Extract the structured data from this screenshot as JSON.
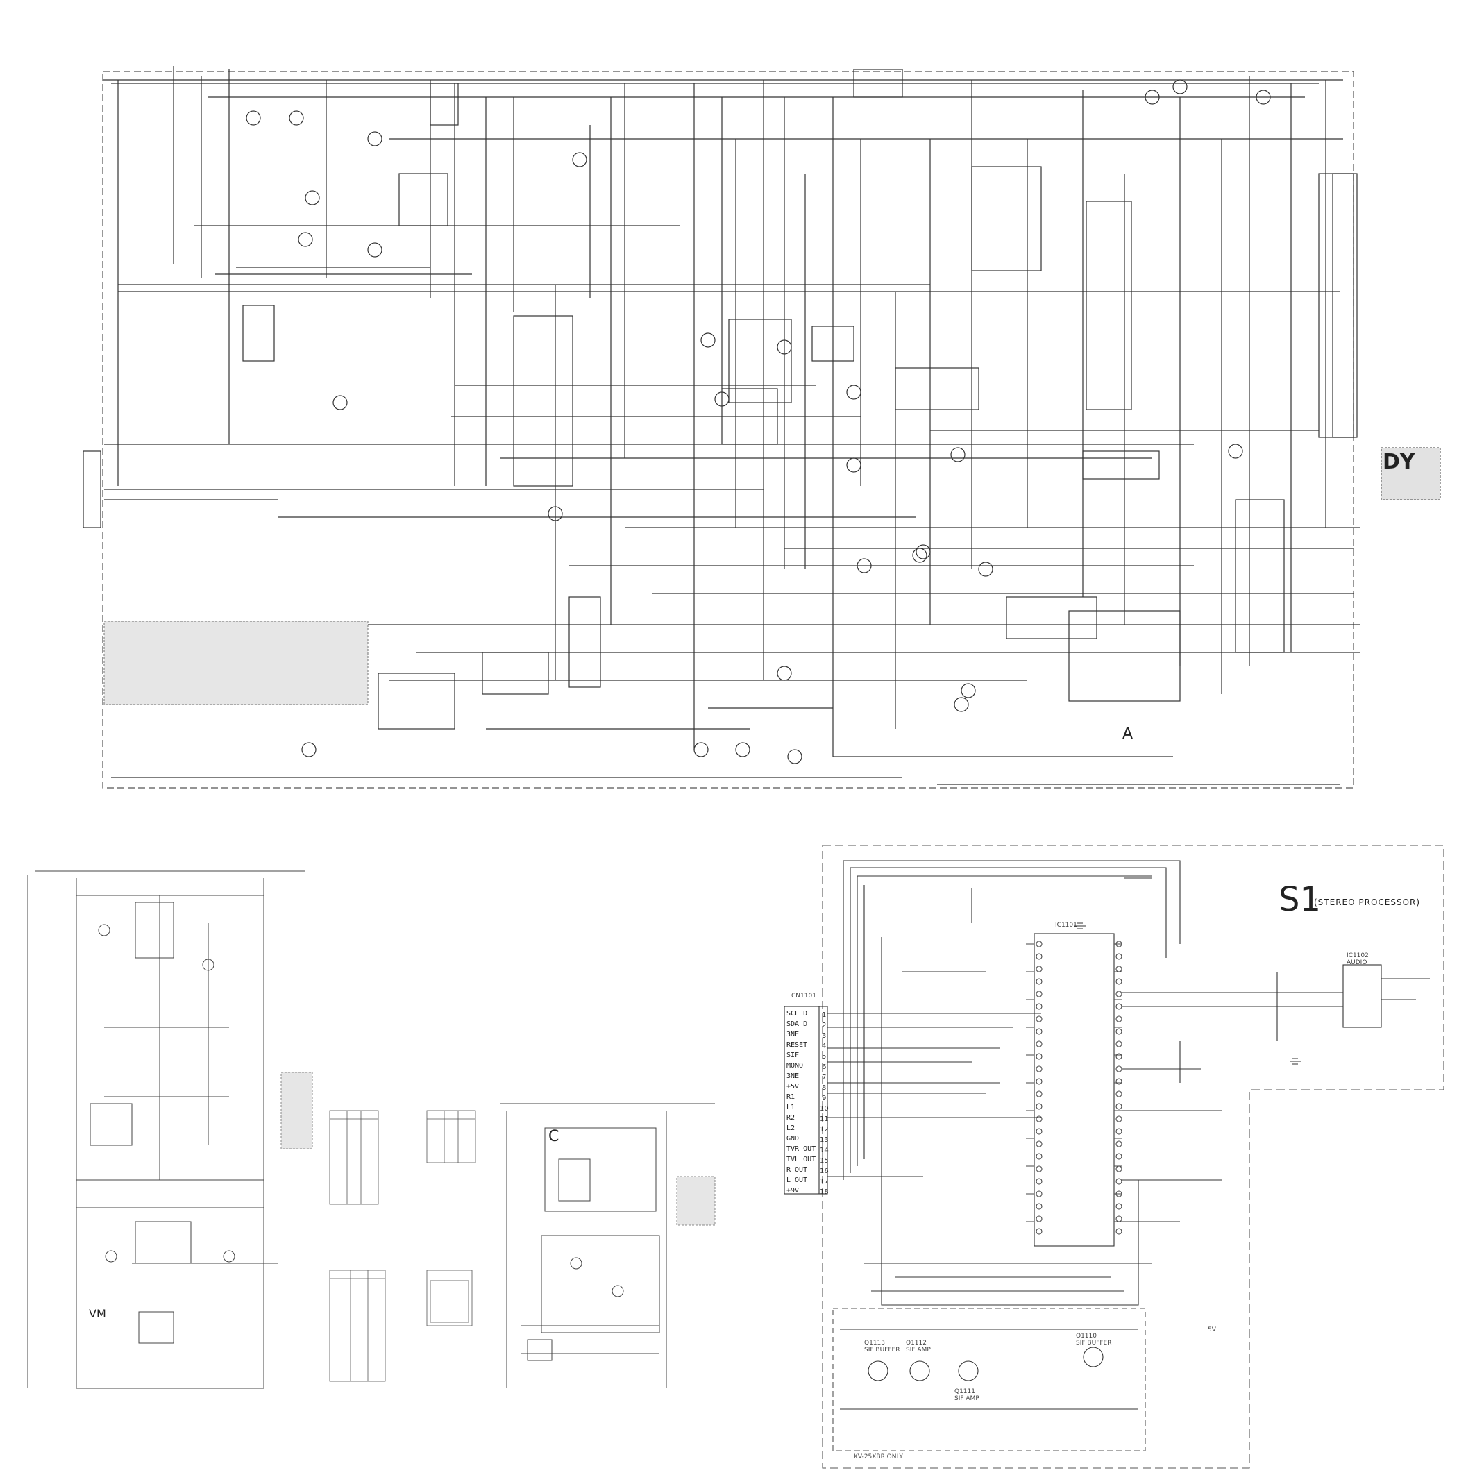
{
  "schematic_a": {
    "board_label": "A"
  },
  "deflection": {
    "yoke_label": "DY"
  },
  "board_s1": {
    "board_label": "S1",
    "title": "(STEREO PROCESSOR)",
    "connector_title": "CN1101",
    "connector_pins": [
      "SCL D",
      "SDA D",
      "3NE",
      "RESET",
      "SIF",
      "MONO",
      "3NE",
      "+5V",
      "R1",
      "L1",
      "R2",
      "L2",
      "GND",
      "TVR OUT",
      "TVL OUT",
      "R OUT",
      "L OUT",
      "+9V"
    ],
    "main_ic": "IC1101",
    "sub_ic": "IC1102",
    "sub_ic_title": "AUDIO",
    "bottom_note": "KV-25XBR ONLY",
    "supply_note": "5V",
    "transistors": [
      {
        "ref": "Q1113",
        "note": "SIF BUFFER"
      },
      {
        "ref": "Q1112",
        "note": "SIF AMP"
      },
      {
        "ref": "Q1111",
        "note": "SIF AMP"
      },
      {
        "ref": "Q1110",
        "note": "SIF BUFFER"
      }
    ]
  },
  "lower_left": {
    "label": "VM"
  },
  "board_c": {
    "label": "C"
  }
}
